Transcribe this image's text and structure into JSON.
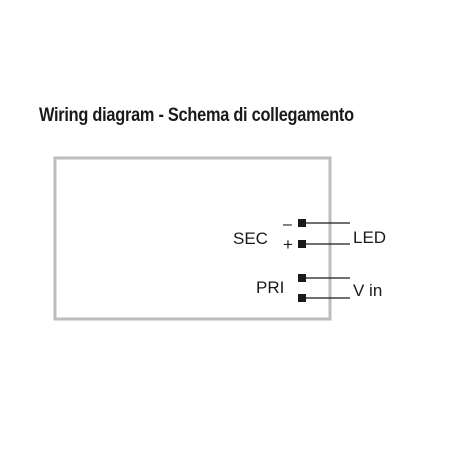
{
  "title": "Wiring diagram - Schema di collegamento",
  "diagram": {
    "secondary_label": "SEC",
    "primary_label": "PRI",
    "minus_sign": "–",
    "plus_sign": "+",
    "output_label": "LED",
    "input_label": "V in"
  },
  "colors": {
    "box_border": "#bdbdbd",
    "lines": "#1a1a1a",
    "text": "#1a1a1a"
  }
}
